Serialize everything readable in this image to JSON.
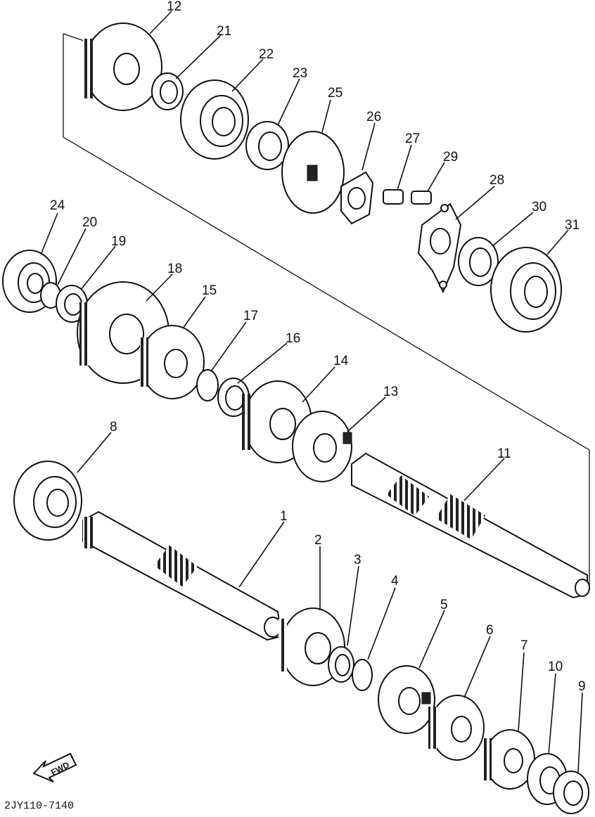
{
  "figure": {
    "drawing_code": "2JY110-7140",
    "fwd_label": "FWD"
  },
  "callouts": [
    {
      "key": "p12",
      "text": "12"
    },
    {
      "key": "p21",
      "text": "21"
    },
    {
      "key": "p22",
      "text": "22"
    },
    {
      "key": "p23",
      "text": "23"
    },
    {
      "key": "p25",
      "text": "25"
    },
    {
      "key": "p26",
      "text": "26"
    },
    {
      "key": "p27",
      "text": "27"
    },
    {
      "key": "p29",
      "text": "29"
    },
    {
      "key": "p28",
      "text": "28"
    },
    {
      "key": "p30",
      "text": "30"
    },
    {
      "key": "p31",
      "text": "31"
    },
    {
      "key": "p24",
      "text": "24"
    },
    {
      "key": "p20",
      "text": "20"
    },
    {
      "key": "p19",
      "text": "19"
    },
    {
      "key": "p18",
      "text": "18"
    },
    {
      "key": "p15",
      "text": "15"
    },
    {
      "key": "p17",
      "text": "17"
    },
    {
      "key": "p16",
      "text": "16"
    },
    {
      "key": "p14",
      "text": "14"
    },
    {
      "key": "p13",
      "text": "13"
    },
    {
      "key": "p8",
      "text": "8"
    },
    {
      "key": "p11",
      "text": "11"
    },
    {
      "key": "p1",
      "text": "1"
    },
    {
      "key": "p2",
      "text": "2"
    },
    {
      "key": "p3",
      "text": "3"
    },
    {
      "key": "p4",
      "text": "4"
    },
    {
      "key": "p5",
      "text": "5"
    },
    {
      "key": "p6",
      "text": "6"
    },
    {
      "key": "p7",
      "text": "7"
    },
    {
      "key": "p10",
      "text": "10"
    },
    {
      "key": "p9",
      "text": "9"
    }
  ]
}
